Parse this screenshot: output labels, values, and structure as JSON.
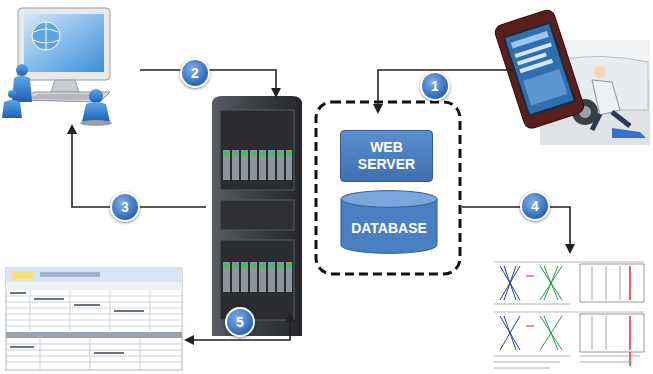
{
  "diagram": {
    "nodes": [
      {
        "text": [
          "WEB SERVER"
        ]
      },
      {
        "text": [
          "DATABASE"
        ]
      }
    ],
    "labels": [
      "1",
      "2",
      "3",
      "4",
      "5"
    ]
  }
}
